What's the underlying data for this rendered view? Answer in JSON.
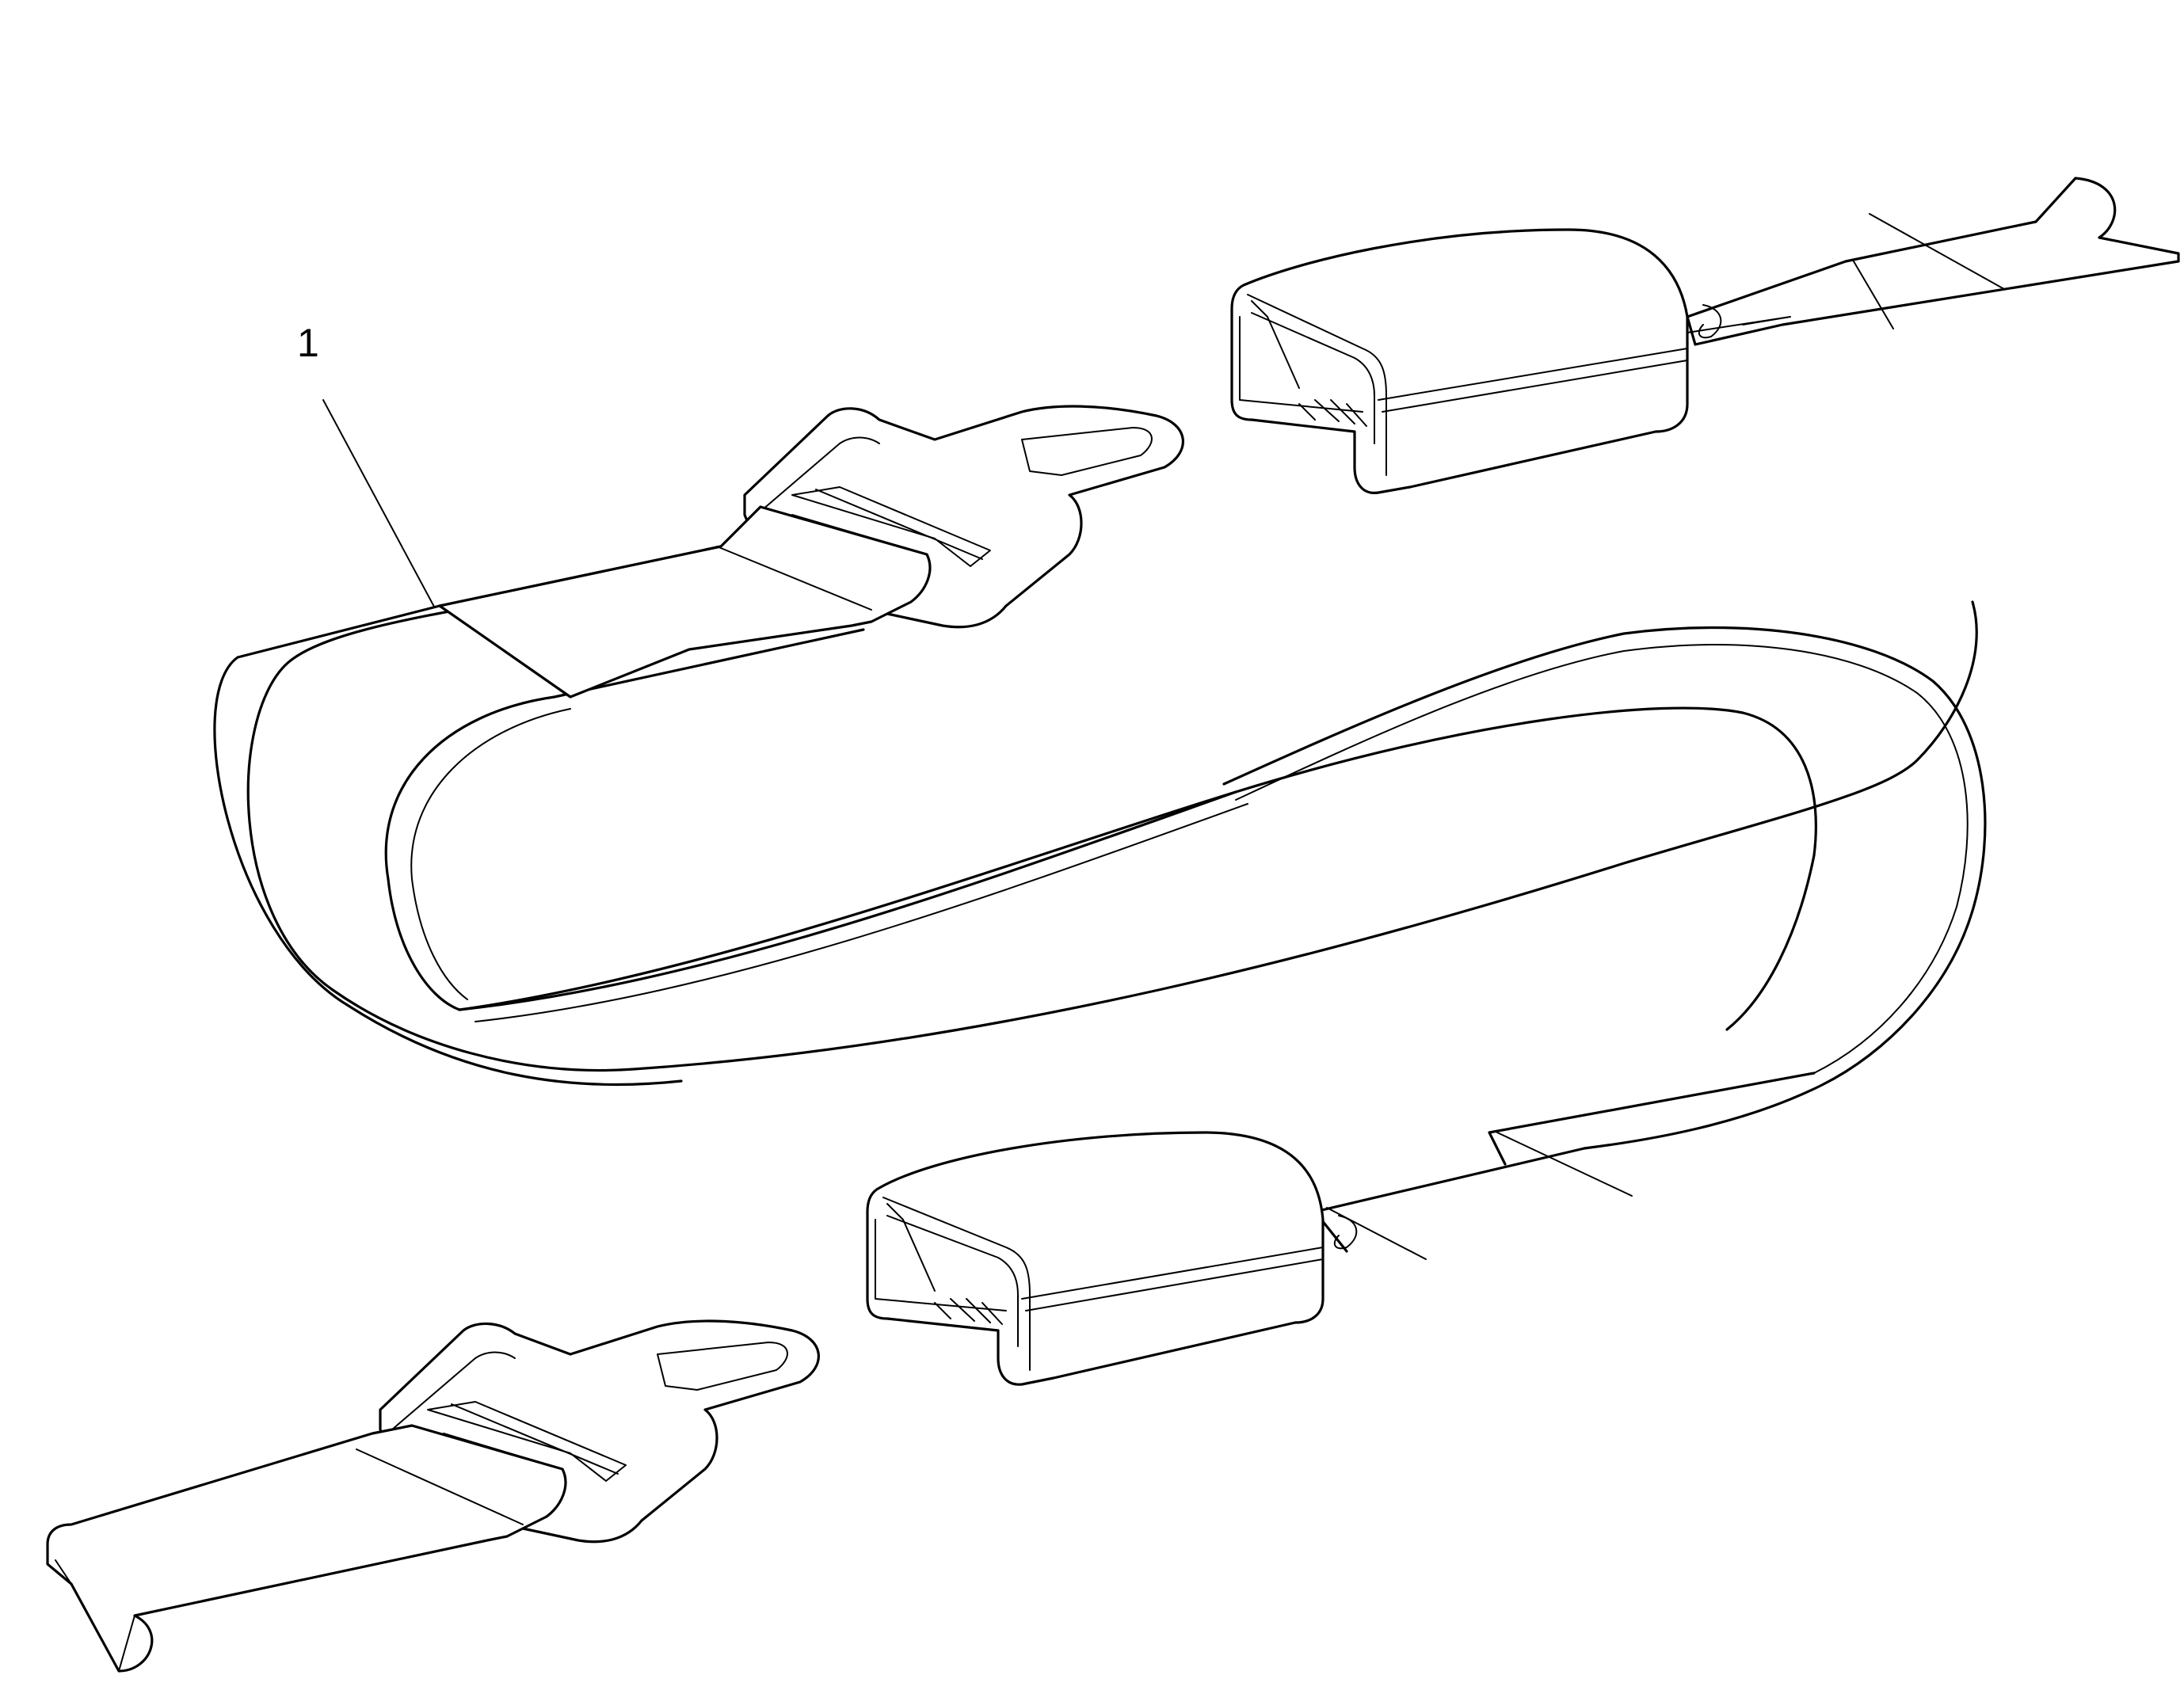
{
  "callouts": [
    {
      "id": "1",
      "label": "1",
      "target": "seat-belt-extender-strap"
    }
  ]
}
